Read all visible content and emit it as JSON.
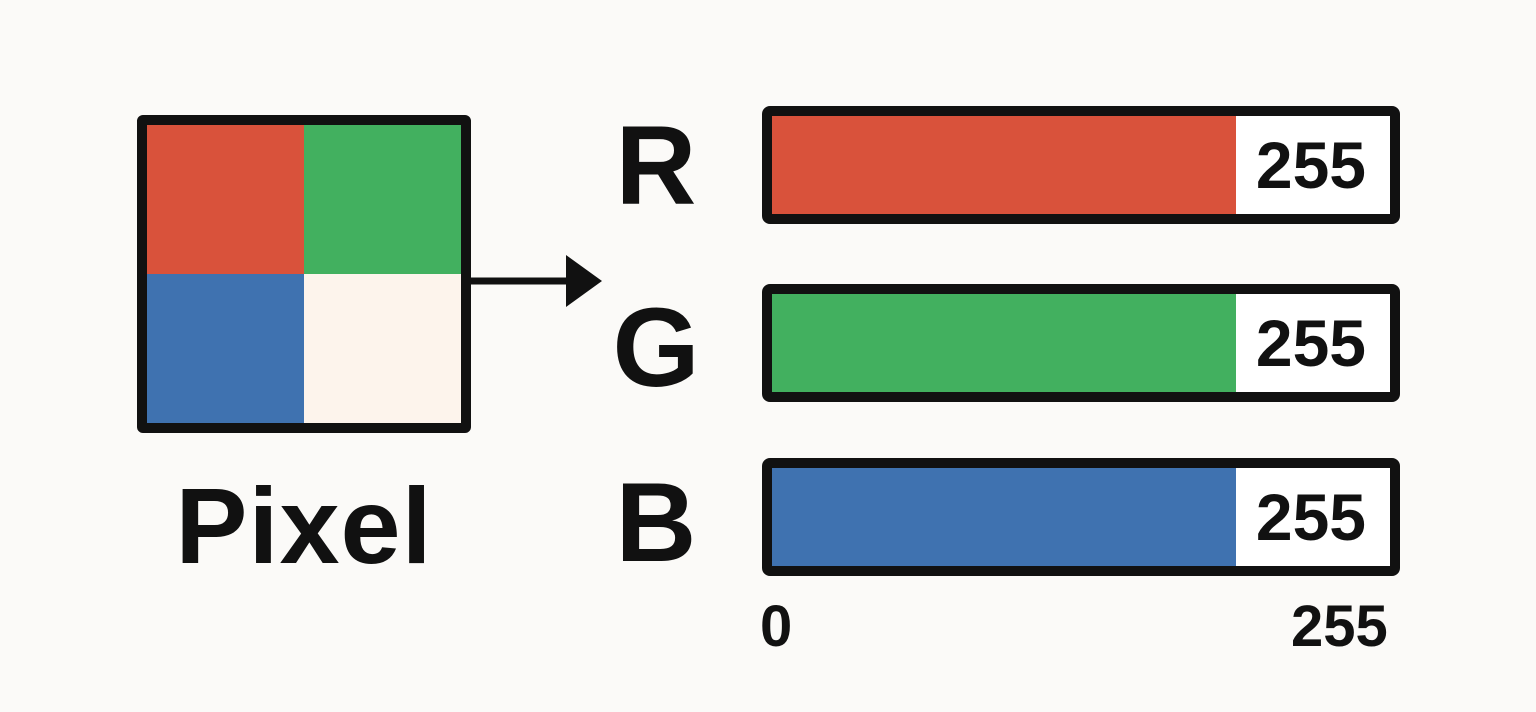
{
  "pixel": {
    "caption": "Pixel",
    "quadrants": [
      {
        "name": "top-left",
        "color": "#d9523b"
      },
      {
        "name": "top-right",
        "color": "#42b05f"
      },
      {
        "name": "bottom-left",
        "color": "#3f72b0"
      },
      {
        "name": "bottom-right",
        "color": "#fdf4ec"
      }
    ]
  },
  "channels": [
    {
      "letter": "R",
      "value": "255",
      "fraction": 0.75,
      "color": "#d9523b"
    },
    {
      "letter": "G",
      "value": "255",
      "fraction": 0.75,
      "color": "#42b05f"
    },
    {
      "letter": "B",
      "value": "255",
      "fraction": 0.75,
      "color": "#3f72b0"
    }
  ],
  "scale": {
    "min": "0",
    "max": "255"
  },
  "colors": {
    "ink": "#111111",
    "background": "#fbfaf8",
    "bar_background": "#ffffff"
  }
}
